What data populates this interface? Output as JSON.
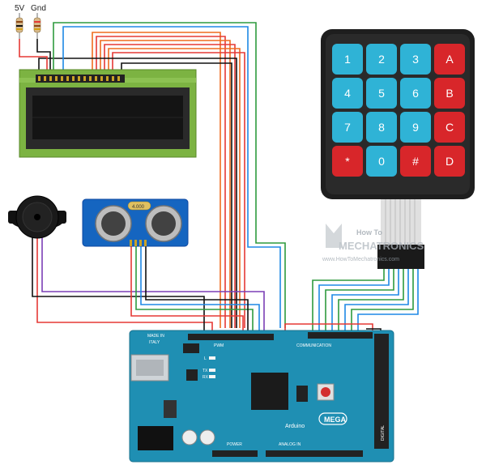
{
  "resistors": {
    "vcc_label": "5V",
    "gnd_label": "Gnd"
  },
  "keypad": {
    "keys": [
      {
        "label": "1",
        "color": "#2fb3d6"
      },
      {
        "label": "2",
        "color": "#2fb3d6"
      },
      {
        "label": "3",
        "color": "#2fb3d6"
      },
      {
        "label": "A",
        "color": "#d8262a"
      },
      {
        "label": "4",
        "color": "#2fb3d6"
      },
      {
        "label": "5",
        "color": "#2fb3d6"
      },
      {
        "label": "6",
        "color": "#2fb3d6"
      },
      {
        "label": "B",
        "color": "#d8262a"
      },
      {
        "label": "7",
        "color": "#2fb3d6"
      },
      {
        "label": "8",
        "color": "#2fb3d6"
      },
      {
        "label": "9",
        "color": "#2fb3d6"
      },
      {
        "label": "C",
        "color": "#d8262a"
      },
      {
        "label": "*",
        "color": "#d8262a"
      },
      {
        "label": "0",
        "color": "#2fb3d6"
      },
      {
        "label": "#",
        "color": "#d8262a"
      },
      {
        "label": "D",
        "color": "#d8262a"
      }
    ]
  },
  "watermark": {
    "line1": "How To",
    "line2": "MECHATRONICS",
    "url": "www.HowToMechatronics.com"
  },
  "sensor": {
    "label": "4.000"
  },
  "arduino": {
    "made_in": "MADE IN",
    "country": "ITALY",
    "pwm": "PWM",
    "communication": "COMMUNICATION",
    "tx": "TX",
    "rx": "RX",
    "l": "L",
    "brand": "Arduino",
    "model": "MEGA",
    "power": "POWER",
    "analog": "ANALOG IN",
    "digital": "DIGITAL"
  },
  "colors": {
    "board": "#1f8fb3",
    "lcd_green": "#7cb342",
    "keypad_body": "#1e1e1e",
    "wire_red": "#e53935",
    "wire_orange": "#ef6c1e",
    "wire_black": "#111111",
    "wire_green": "#2e9a3e",
    "wire_blue": "#1e88e5",
    "wire_purple": "#7b3fb5"
  }
}
